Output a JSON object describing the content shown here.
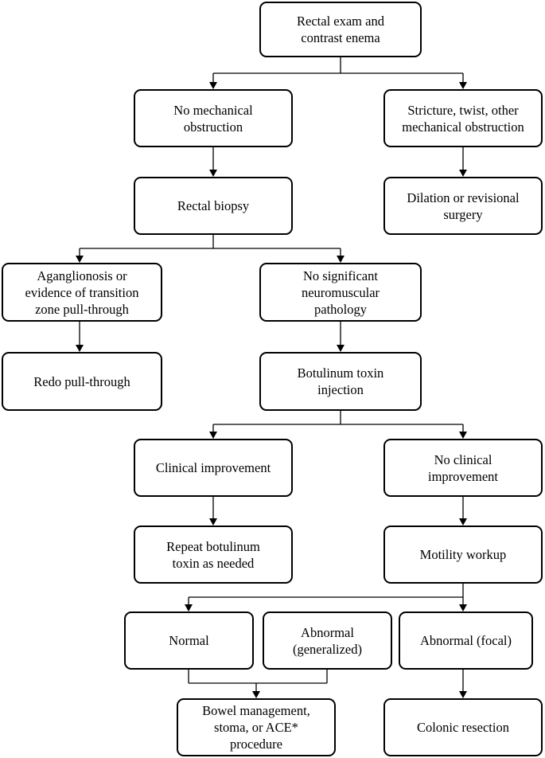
{
  "nodes": {
    "rectal_exam": "Rectal exam and\ncontrast enema",
    "no_mech": "No mechanical\nobstruction",
    "stricture": "Stricture, twist, other\nmechanical obstruction",
    "rectal_biopsy": "Rectal biopsy",
    "dilation": "Dilation or revisional\nsurgery",
    "aganglionosis": "Aganglionosis or\nevidence of transition\nzone pull-through",
    "no_sig": "No significant\nneuromuscular\npathology",
    "redo": "Redo pull-through",
    "botulinum": "Botulinum toxin\ninjection",
    "clinical_imp": "Clinical improvement",
    "no_clinical": "No clinical\nimprovement",
    "repeat_botox": "Repeat botulinum\ntoxin as needed",
    "motility": "Motility workup",
    "normal": "Normal",
    "abnormal_gen": "Abnormal\n(generalized)",
    "abnormal_focal": "Abnormal (focal)",
    "bowel_mgmt": "Bowel management,\nstoma, or ACE*\nprocedure",
    "colonic": "Colonic resection"
  },
  "line_color": "#000000"
}
